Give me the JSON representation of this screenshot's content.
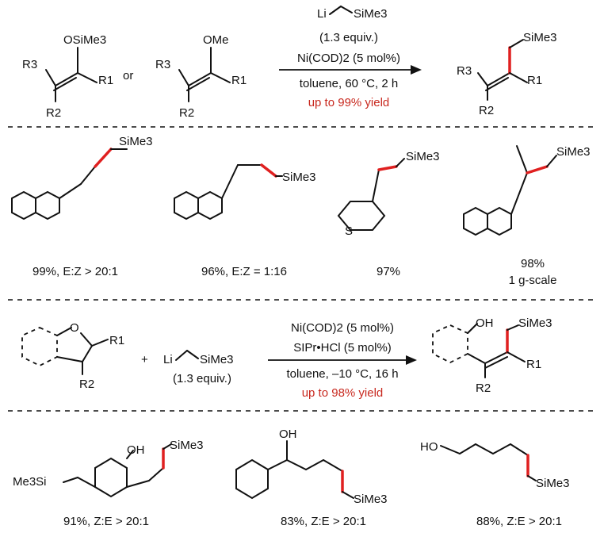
{
  "reaction1": {
    "enol_silyl": {
      "group": "OSiMe3",
      "r3": "R3",
      "r1": "R1",
      "r2": "R2"
    },
    "or_text": "or",
    "enol_methyl": {
      "group": "OMe",
      "r3": "R3",
      "r1": "R1",
      "r2": "R2"
    },
    "reagent": "Li",
    "reagent_group": "SiMe3",
    "reagent_equiv": "(1.3 equiv.)",
    "catalyst": "Ni(COD)2 (5 mol%)",
    "conditions": "toluene, 60 °C, 2 h",
    "yield": "up to 99% yield",
    "product": {
      "group": "SiMe3",
      "r3": "R3",
      "r1": "R1",
      "r2": "R2"
    }
  },
  "examples1": [
    {
      "caption": "99%, E:Z > 20:1",
      "group": "SiMe3"
    },
    {
      "caption": "96%, E:Z = 1:16",
      "group": "SiMe3"
    },
    {
      "caption": "97%",
      "group": "SiMe3",
      "hetero": "S"
    },
    {
      "caption": "98%",
      "note": "1 g-scale",
      "group": "SiMe3"
    }
  ],
  "reaction2": {
    "ring_atom": "O",
    "r1": "R1",
    "r2": "R2",
    "plus": "+",
    "reagent": "Li",
    "reagent_group": "SiMe3",
    "reagent_equiv": "(1.3 equiv.)",
    "catalyst": "Ni(COD)2 (5 mol%)",
    "ligand": "SIPr•HCl (5 mol%)",
    "conditions": "toluene, –10 °C, 16 h",
    "yield": "up to 98% yield",
    "product": {
      "oh": "OH",
      "group": "SiMe3",
      "r1": "R1",
      "r2": "R2"
    }
  },
  "examples2": [
    {
      "caption": "91%, Z:E > 20:1",
      "oh": "OH",
      "group": "SiMe3",
      "group2": "Me3Si"
    },
    {
      "caption": "83%, Z:E > 20:1",
      "oh": "OH",
      "group": "SiMe3"
    },
    {
      "caption": "88%, Z:E > 20:1",
      "ho": "HO",
      "group": "SiMe3"
    }
  ],
  "colors": {
    "highlight": "#e02020",
    "yield_text": "#c8281e"
  }
}
